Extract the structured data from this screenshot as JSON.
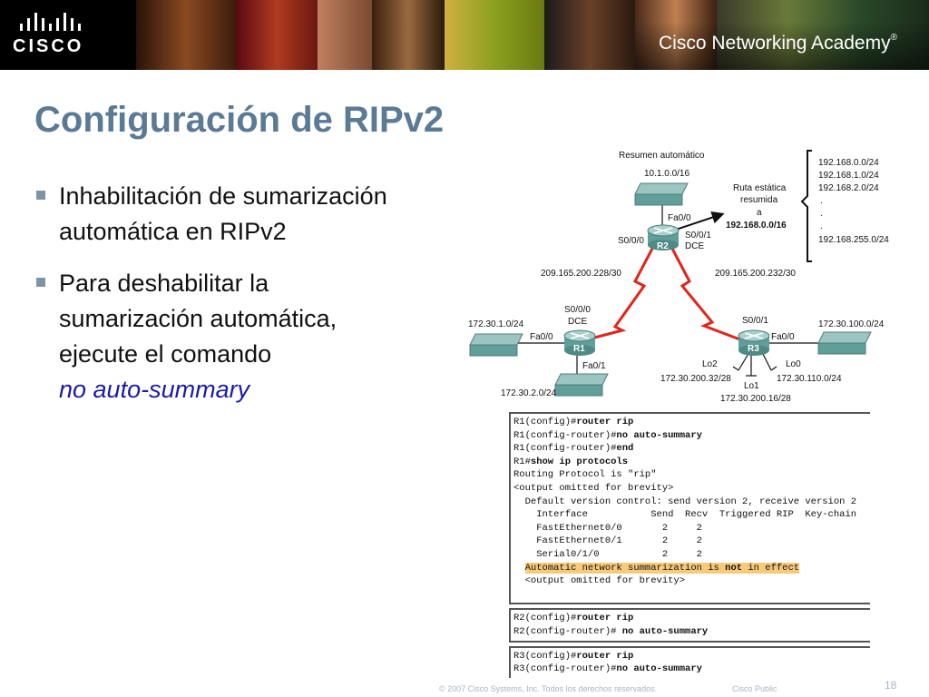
{
  "header": {
    "logo_text": "CISCO",
    "academy_text": "Cisco Networking Academy",
    "academy_mark": "®"
  },
  "slide": {
    "title": "Configuración de RIPv2",
    "bullet1_line1": "Inhabilitación de sumarización",
    "bullet1_line2": "automática en RIPv2",
    "bullet2_line1": "Para deshabilitar la",
    "bullet2_line2": "sumarización automática,",
    "bullet2_line3": "ejecute el comando",
    "bullet2_command": "no auto-summary"
  },
  "diagram": {
    "summary_title": "Resumen automático",
    "r2_lan": "10.1.0.0/16",
    "r2_fa": "Fa0/0",
    "r2_s000": "S0/0/0",
    "r2_s001": "S0/0/1",
    "r2_dce": "DCE",
    "r2_name": "R2",
    "static_l1": "Ruta estática",
    "static_l2": "resumida",
    "static_l3": "a",
    "static_l4": "192.168.0.0/16",
    "nets": [
      "192.168.0.0/24",
      "192.168.1.0/24",
      "192.168.2.0/24",
      ".",
      ".",
      ".",
      "192.168.255.0/24"
    ],
    "link_left": "209.165.200.228/30",
    "link_right": "209.165.200.232/30",
    "r1_s000": "S0/0/0",
    "r1_dce": "DCE",
    "r1_lan1": "172.30.1.0/24",
    "r1_fa0": "Fa0/0",
    "r1_name": "R1",
    "r1_fa1": "Fa0/1",
    "r1_lan2": "172.30.2.0/24",
    "r3_s001": "S0/0/1",
    "r3_lan": "172.30.100.0/24",
    "r3_fa": "Fa0/0",
    "r3_name": "R3",
    "r3_lo2": "Lo2",
    "r3_lo0": "Lo0",
    "r3_lo2_net": "172.30.200.32/28",
    "r3_lo0_net": "172.30.110.0/24",
    "r3_lo1": "Lo1",
    "r3_lo1_net": "172.30.200.16/28"
  },
  "console": {
    "block1": [
      {
        "p": "R1(config)#",
        "c": "router rip",
        "hl": false
      },
      {
        "p": "R1(config-router)#",
        "c": "no auto-summary",
        "hl": false
      },
      {
        "p": "R1(config-router)#",
        "c": "end",
        "hl": false
      },
      {
        "p": "R1#",
        "c": "show ip protocols",
        "hl": false
      },
      {
        "p": "Routing Protocol is \"rip\"",
        "c": "",
        "hl": false
      },
      {
        "p": "<output omitted for brevity>",
        "c": "",
        "hl": false
      },
      {
        "p": "  Default version control: send version 2, receive version 2",
        "c": "",
        "hl": false
      },
      {
        "p": "    Interface           Send  Recv  Triggered RIP  Key-chain",
        "c": "",
        "hl": false
      },
      {
        "p": "    FastEthernet0/0       2     2",
        "c": "",
        "hl": false
      },
      {
        "p": "    FastEthernet0/1       2     2",
        "c": "",
        "hl": false
      },
      {
        "p": "    Serial0/1/0           2     2",
        "c": "",
        "hl": false
      },
      {
        "p": "  Automatic network summarization is not in effect",
        "c": "",
        "hl": true
      },
      {
        "p": "  <output omitted for brevity>",
        "c": "",
        "hl": false
      },
      {
        "p": "",
        "c": "",
        "hl": false
      }
    ],
    "block2": [
      {
        "p": "R2(config)#",
        "c": "router rip",
        "hl": false
      },
      {
        "p": "R2(config-router)#",
        "c": " no auto-summary",
        "hl": false
      }
    ],
    "block3": [
      {
        "p": "R3(config)#",
        "c": "router rip",
        "hl": false
      },
      {
        "p": "R3(config-router)#",
        "c": "no auto-summary",
        "hl": false
      }
    ]
  },
  "footer": {
    "copyright": "© 2007 Cisco Systems, Inc. Todos los derechos reservados.",
    "classification": "Cisco Public",
    "page": "18"
  }
}
